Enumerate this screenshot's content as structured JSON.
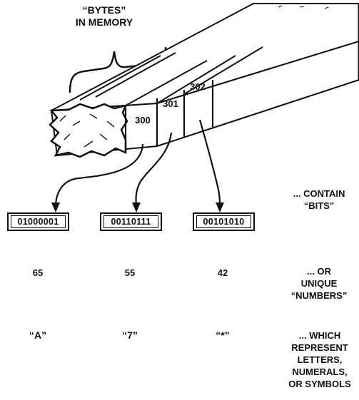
{
  "header_label": {
    "line1": "“BYTES”",
    "line2": "IN MEMORY"
  },
  "addresses": [
    "300",
    "301",
    "302"
  ],
  "bytes": [
    "01000001",
    "00110111",
    "00101010"
  ],
  "numbers": [
    "65",
    "55",
    "42"
  ],
  "characters": [
    "“A”",
    "“7”",
    "“*”"
  ],
  "side_notes": {
    "bits": [
      "... CONTAIN",
      "“BITS”"
    ],
    "numbers": [
      "... OR",
      "UNIQUE",
      "“NUMBERS”"
    ],
    "symbols": [
      "... WHICH",
      "REPRESENT",
      "LETTERS,",
      "NUMERALS,",
      "OR SYMBOLS"
    ]
  }
}
